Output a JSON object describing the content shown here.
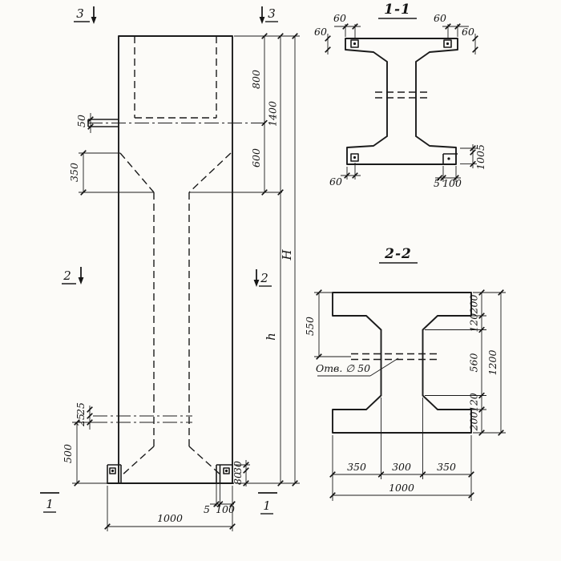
{
  "page": {
    "background": "#fcfbf8",
    "line_color": "#1b1b1b",
    "description_type": "structural column drawing with sections"
  },
  "elevation": {
    "section_markers": {
      "m1": "1",
      "m2": "2",
      "m3": "3"
    },
    "dims": {
      "d50": "50",
      "d800": "800",
      "d1400": "1400",
      "d600": "600",
      "height_total": "H",
      "height_lower": "h",
      "d350": "350",
      "d25": "25",
      "d500": "500",
      "d30": "30",
      "d80": "80",
      "d5": "5",
      "d100": "100",
      "d1000": "1000"
    }
  },
  "section_1_1": {
    "title": "1-1",
    "dims": {
      "d60": "60",
      "d5": "5",
      "d100": "100"
    }
  },
  "section_2_2": {
    "title": "2-2",
    "dims": {
      "d550": "550",
      "d200": "200",
      "d120": "120",
      "d560": "560",
      "d1200": "1200",
      "d350": "350",
      "d300": "300",
      "d1000": "1000",
      "hole_label": "Отв. ∅ 50"
    }
  }
}
